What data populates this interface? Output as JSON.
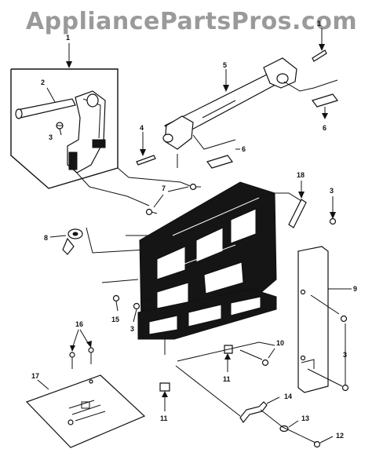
{
  "watermark": "AppliancePartsPros.com",
  "callouts": {
    "c1": "1",
    "c2": "2",
    "c3a": "3",
    "c3b": "3",
    "c3c": "3",
    "c3d": "3",
    "c4": "4",
    "c5": "5",
    "c6a": "6",
    "c6b": "6",
    "c7": "7",
    "c8": "8",
    "c9": "9",
    "c10": "10",
    "c11a": "11",
    "c11b": "11",
    "c12": "12",
    "c13": "13",
    "c14": "14",
    "c15": "15",
    "c16": "16",
    "c17": "17",
    "c18": "18"
  }
}
